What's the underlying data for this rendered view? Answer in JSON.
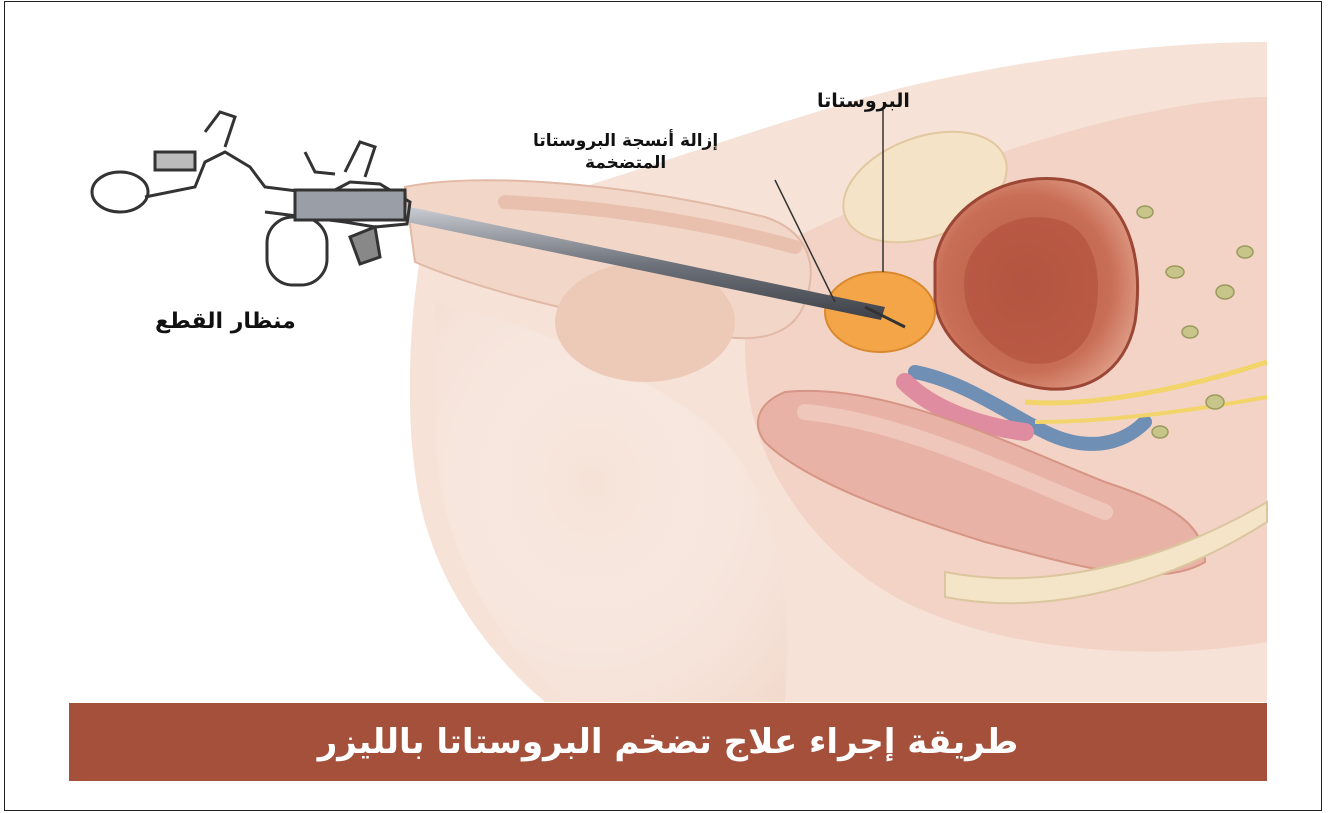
{
  "labels": {
    "prostate": "البروستاتا",
    "removal_line1": "إزالة أنسجة البروستاتا",
    "removal_line2": "المتضخمة",
    "resectoscope": "منظار القطع"
  },
  "banner": {
    "title": "طريقة إجراء علاج تضخم البروستاتا بالليزر"
  },
  "colors": {
    "banner": "#a5503a",
    "skin": "#f3d9cc",
    "prostate": "#f5a64a",
    "bladder": "#c7654f"
  }
}
